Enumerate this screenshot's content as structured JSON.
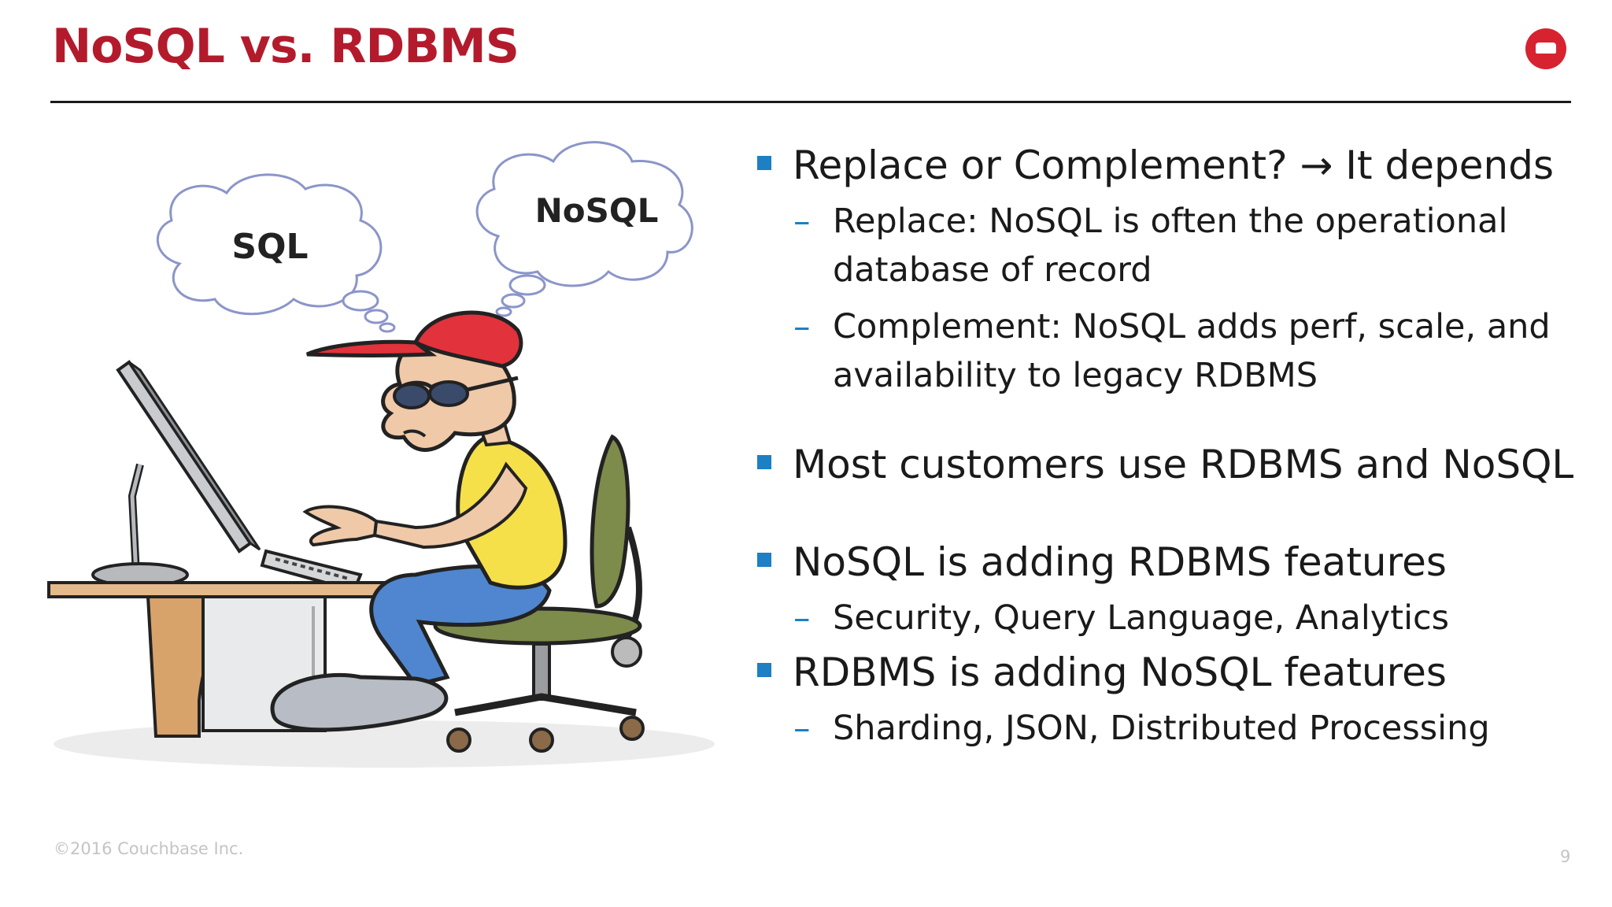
{
  "slide": {
    "title": "NoSQL vs. RDBMS",
    "illustration": {
      "cloud_left_text": "SQL",
      "cloud_right_text": "NoSQL"
    },
    "bullets": [
      {
        "text": "Replace or Complement? → It depends",
        "subs": [
          "Replace: NoSQL is often the operational database of record",
          "Complement: NoSQL adds perf, scale, and availability to legacy RDBMS"
        ]
      },
      {
        "text": "Most customers use RDBMS and NoSQL",
        "subs": []
      },
      {
        "text": "NoSQL is adding RDBMS features",
        "subs": [
          "Security, Query Language, Analytics"
        ]
      },
      {
        "text": "RDBMS is adding NoSQL features",
        "subs": [
          "Sharding, JSON, Distributed Processing"
        ]
      }
    ],
    "footer": "©2016 Couchbase Inc.",
    "page_number": "9"
  },
  "colors": {
    "title": "#b31b2c",
    "bullet": "#1d7fc4",
    "logo": "#d7232f"
  },
  "icons": {
    "bullet": "square-bullet-icon",
    "sub_bullet": "dash-bullet-icon",
    "logo": "couchbase-logo-icon"
  }
}
